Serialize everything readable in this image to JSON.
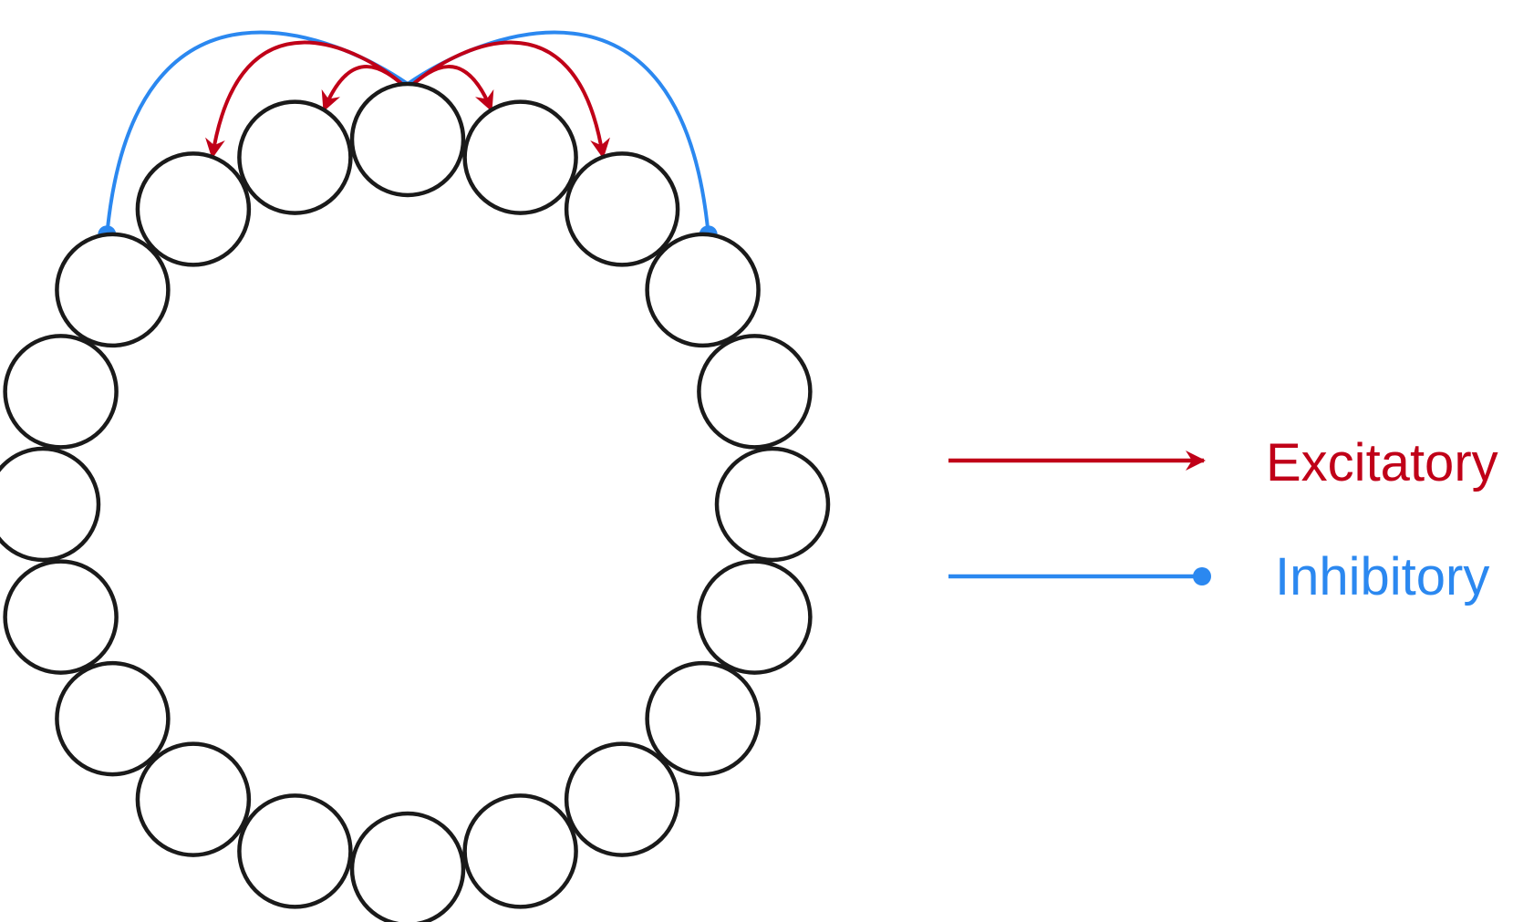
{
  "colors": {
    "excitatory": "#c00018",
    "inhibitory": "#2b88f0",
    "neuron_stroke": "#1a1a1a",
    "background": "#ffffff"
  },
  "network": {
    "neuron_count": 20,
    "source_neuron": 0,
    "excitatory_targets": [
      -2,
      -1,
      1,
      2
    ],
    "inhibitory_targets": [
      -3,
      3
    ]
  },
  "legend": {
    "excitatory": {
      "label": "Excitatory",
      "marker": "arrow-head"
    },
    "inhibitory": {
      "label": "Inhibitory",
      "marker": "dot-end"
    }
  }
}
